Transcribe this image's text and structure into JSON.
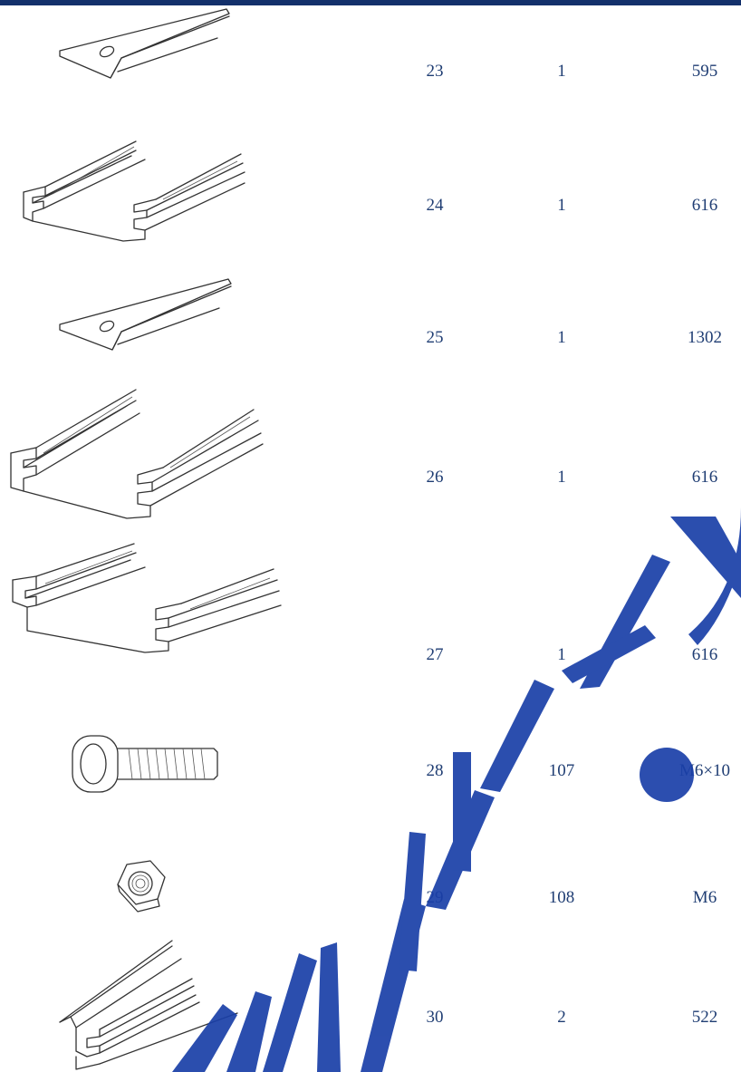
{
  "parts": [
    {
      "no": "23",
      "qty": "1",
      "spec": "595",
      "icon": "angle-bar-icon"
    },
    {
      "no": "24",
      "qty": "1",
      "spec": "616",
      "icon": "c-channel-rail-icon"
    },
    {
      "no": "25",
      "qty": "1",
      "spec": "1302",
      "icon": "angle-bar-icon"
    },
    {
      "no": "26",
      "qty": "1",
      "spec": "616",
      "icon": "c-channel-rail-icon"
    },
    {
      "no": "27",
      "qty": "1",
      "spec": "616",
      "icon": "c-channel-rail-icon"
    },
    {
      "no": "28",
      "qty": "107",
      "spec": "M6×10",
      "icon": "bolt-icon"
    },
    {
      "no": "29",
      "qty": "108",
      "spec": "M6",
      "icon": "hex-nut-icon"
    },
    {
      "no": "30",
      "qty": "2",
      "spec": "522",
      "icon": "z-rail-icon"
    }
  ],
  "colors": {
    "header_bar": "#13306b",
    "text": "#1f3d73",
    "watermark": "#1a3fa8"
  }
}
